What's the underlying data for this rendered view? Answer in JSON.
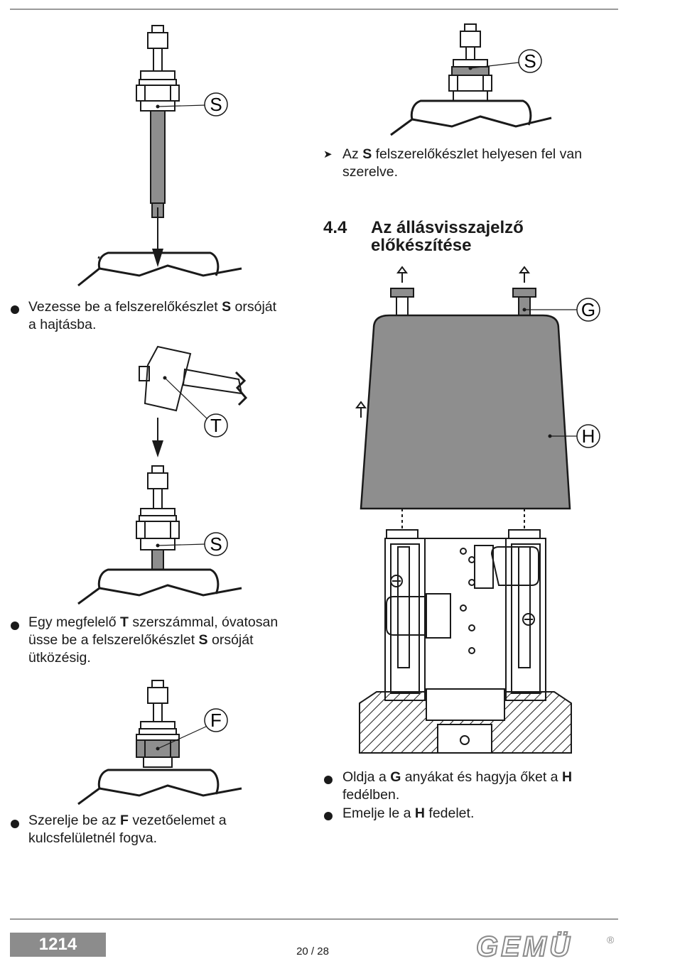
{
  "figures": {
    "label_S": "S",
    "label_T": "T",
    "label_F": "F",
    "label_G": "G",
    "label_H": "H"
  },
  "left_column": {
    "step1": {
      "pre": "Vezesse be a felszerelőkészlet ",
      "bold": "S",
      "post": " orsóját",
      "line2": "a hajtásba."
    },
    "step2": {
      "pre": "Egy megfelelő ",
      "bold1": "T",
      "mid": " szerszámmal, óvatosan",
      "line2_pre": "üsse be a felszerelőkészlet ",
      "bold2": "S",
      "line2_post": " orsóját",
      "line3": "ütközésig."
    },
    "step3": {
      "pre": "Szerelje be az ",
      "bold": "F",
      "post": " vezetőelemet a",
      "line2": "kulcsfelületnél fogva."
    }
  },
  "right_column": {
    "result": {
      "pre": "Az ",
      "bold": "S",
      "post": " felszerelőkészlet helyesen fel van",
      "line2": "szerelve."
    },
    "section": {
      "number": "4.4",
      "title_line1": "Az állásvisszajelző",
      "title_line2": "előkészítése"
    },
    "step4": {
      "pre": "Oldja a ",
      "bold1": "G",
      "mid": " anyákat és hagyja őket a ",
      "bold2": "H",
      "line2": "fedélben."
    },
    "step5": {
      "pre": "Emelje le a ",
      "bold": "H",
      "post": " fedelet."
    }
  },
  "footer": {
    "doc_number": "1214",
    "page": "20 / 28",
    "brand": "GEMÜ",
    "registered": "®"
  },
  "colors": {
    "text": "#1a1a1a",
    "rule": "#9a9a9a",
    "badge": "#8c8c8c",
    "cover": "#8e8e8e"
  }
}
